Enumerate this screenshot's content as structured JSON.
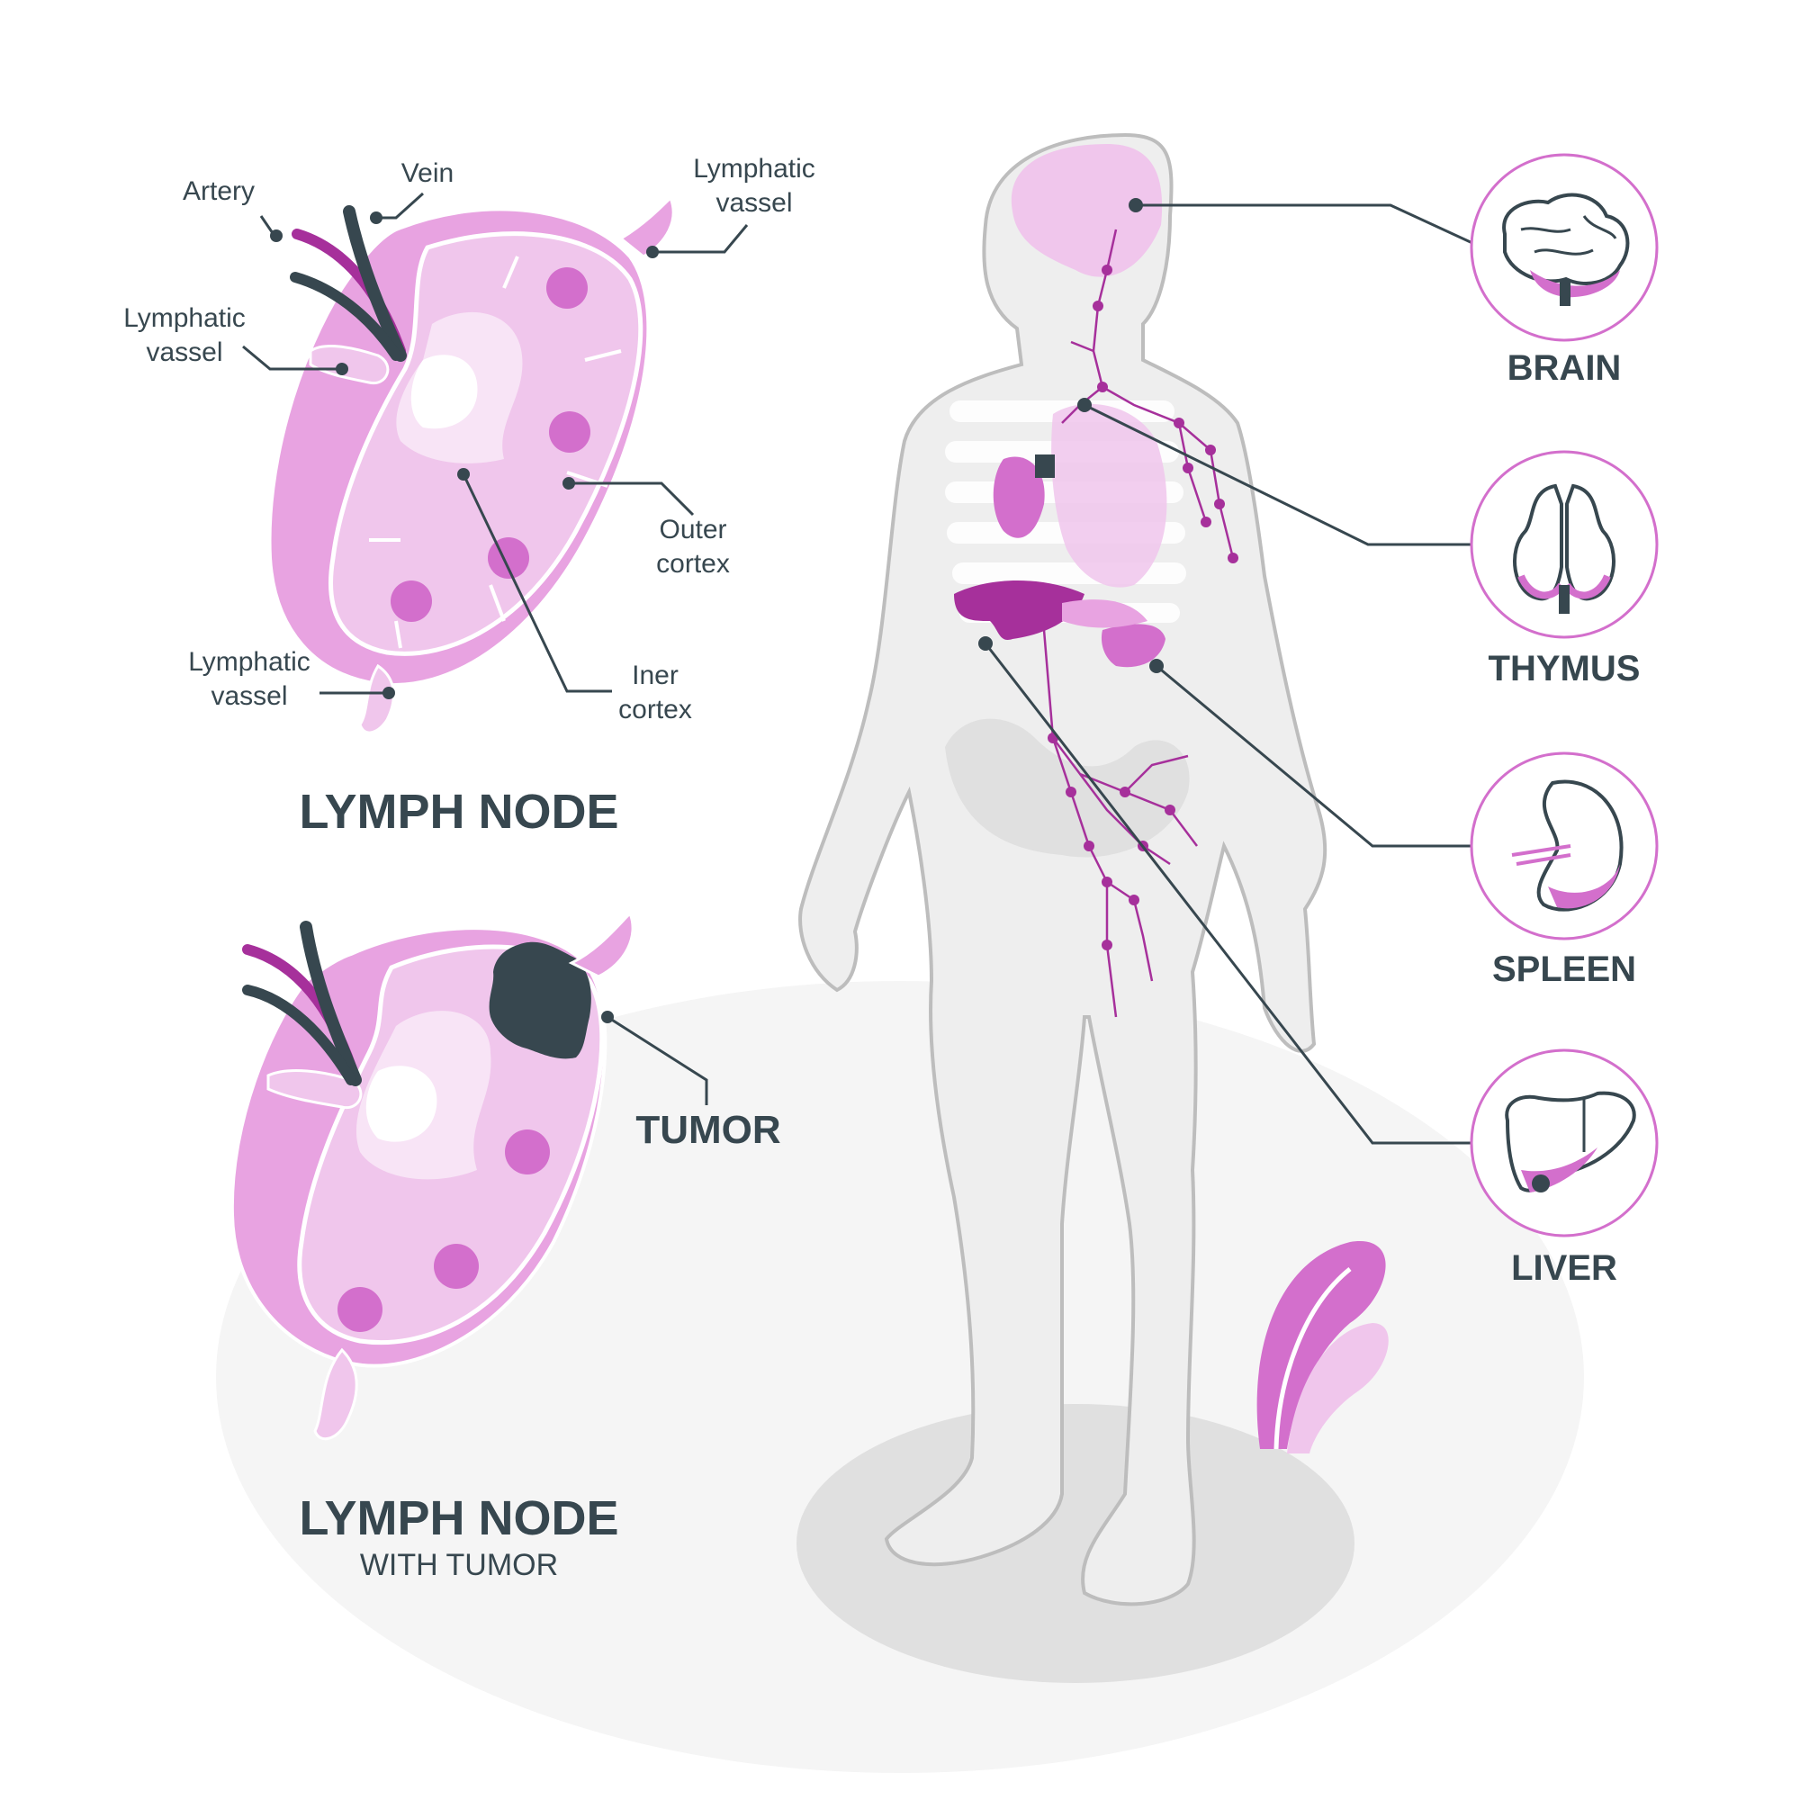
{
  "colors": {
    "ink": "#37474f",
    "accent": "#d36fcc",
    "accent_light": "#f0c6ec",
    "accent_pale": "#f8e4f6",
    "accent_dark": "#a6309b",
    "body_fill": "#eeeeee",
    "ground": "#f5f5f5"
  },
  "lymph_node": {
    "title": "LYMPH NODE",
    "labels": {
      "artery": "Artery",
      "vein": "Vein",
      "lymphatic_top_right_1": "Lymphatic",
      "lymphatic_top_right_2": "vassel",
      "lymphatic_left_1": "Lymphatic",
      "lymphatic_left_2": "vassel",
      "lymphatic_bottom_1": "Lymphatic",
      "lymphatic_bottom_2": "vassel",
      "outer_cortex_1": "Outer",
      "outer_cortex_2": "cortex",
      "inner_cortex_1": "Iner",
      "inner_cortex_2": "cortex"
    }
  },
  "tumor_node": {
    "title": "LYMPH NODE",
    "subtitle": "WITH TUMOR",
    "tumor_label": "TUMOR"
  },
  "organs": [
    {
      "label": "BRAIN",
      "icon": "brain-icon"
    },
    {
      "label": "THYMUS",
      "icon": "thymus-icon"
    },
    {
      "label": "SPLEEN",
      "icon": "spleen-icon"
    },
    {
      "label": "LIVER",
      "icon": "liver-icon"
    }
  ]
}
